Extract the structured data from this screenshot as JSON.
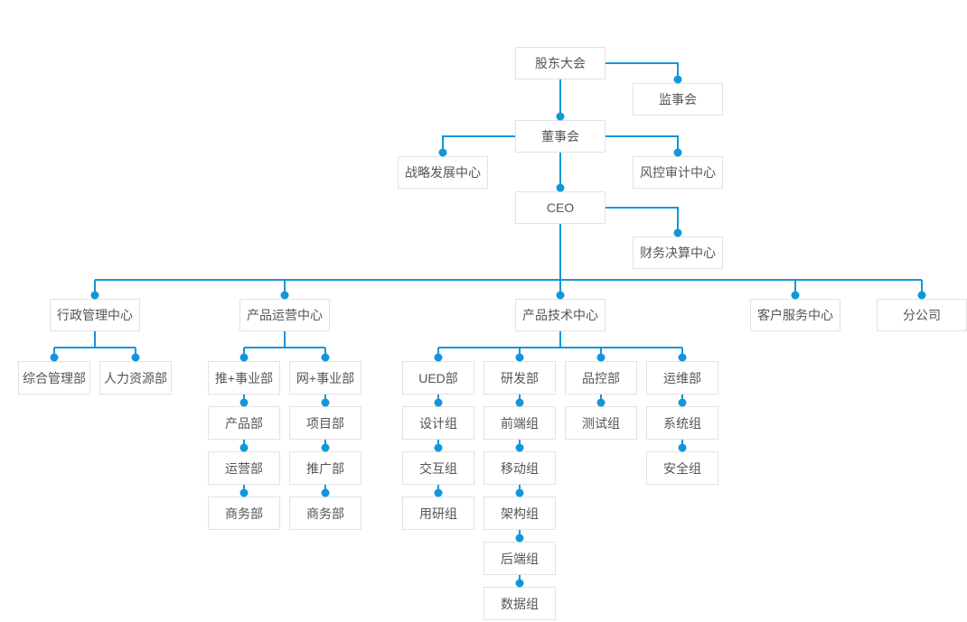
{
  "diagram": {
    "type": "org-chart",
    "background": "#ffffff",
    "colors": {
      "line": "#1296db",
      "dot": "#1296db",
      "node_border": "#e2e2e2",
      "node_fill": "#ffffff",
      "node_text": "#555555"
    }
  },
  "nodes": {
    "shareholders": {
      "label": "股东大会"
    },
    "supervisory": {
      "label": "监事会"
    },
    "board": {
      "label": "董事会"
    },
    "strategy": {
      "label": "战略发展中心"
    },
    "risk_audit": {
      "label": "风控审计中心"
    },
    "ceo": {
      "label": "CEO"
    },
    "finance": {
      "label": "财务决算中心"
    },
    "admin_center": {
      "label": "行政管理中心"
    },
    "product_ops": {
      "label": "产品运营中心"
    },
    "product_tech": {
      "label": "产品技术中心"
    },
    "customer_service": {
      "label": "客户服务中心"
    },
    "branch": {
      "label": "分公司"
    },
    "general_admin": {
      "label": "综合管理部"
    },
    "hr": {
      "label": "人力资源部"
    },
    "tui_division": {
      "label": "推+事业部"
    },
    "wang_division": {
      "label": "网+事业部"
    },
    "product_dept": {
      "label": "产品部"
    },
    "project_dept": {
      "label": "项目部"
    },
    "operations_dept": {
      "label": "运营部"
    },
    "promotion_dept": {
      "label": "推广部"
    },
    "business_dept_tui": {
      "label": "商务部"
    },
    "business_dept_wang": {
      "label": "商务部"
    },
    "ued_dept": {
      "label": "UED部"
    },
    "rd_dept": {
      "label": "研发部"
    },
    "qc_dept": {
      "label": "品控部"
    },
    "devops_dept": {
      "label": "运维部"
    },
    "design_group": {
      "label": "设计组"
    },
    "frontend_group": {
      "label": "前端组"
    },
    "testing_group": {
      "label": "测试组"
    },
    "system_group": {
      "label": "系统组"
    },
    "interaction_group": {
      "label": "交互组"
    },
    "mobile_group": {
      "label": "移动组"
    },
    "security_group": {
      "label": "安全组"
    },
    "user_research_group": {
      "label": "用研组"
    },
    "architecture_group": {
      "label": "架构组"
    },
    "backend_group": {
      "label": "后端组"
    },
    "data_group": {
      "label": "数据组"
    }
  },
  "edges": [
    [
      "shareholders",
      "supervisory"
    ],
    [
      "shareholders",
      "board"
    ],
    [
      "board",
      "strategy"
    ],
    [
      "board",
      "risk_audit"
    ],
    [
      "board",
      "ceo"
    ],
    [
      "ceo",
      "finance"
    ],
    [
      "ceo",
      "admin_center"
    ],
    [
      "ceo",
      "product_ops"
    ],
    [
      "ceo",
      "product_tech"
    ],
    [
      "ceo",
      "customer_service"
    ],
    [
      "ceo",
      "branch"
    ],
    [
      "admin_center",
      "general_admin"
    ],
    [
      "admin_center",
      "hr"
    ],
    [
      "product_ops",
      "tui_division"
    ],
    [
      "product_ops",
      "wang_division"
    ],
    [
      "tui_division",
      "product_dept"
    ],
    [
      "product_dept",
      "operations_dept"
    ],
    [
      "operations_dept",
      "business_dept_tui"
    ],
    [
      "wang_division",
      "project_dept"
    ],
    [
      "project_dept",
      "promotion_dept"
    ],
    [
      "promotion_dept",
      "business_dept_wang"
    ],
    [
      "product_tech",
      "ued_dept"
    ],
    [
      "product_tech",
      "rd_dept"
    ],
    [
      "product_tech",
      "qc_dept"
    ],
    [
      "product_tech",
      "devops_dept"
    ],
    [
      "ued_dept",
      "design_group"
    ],
    [
      "design_group",
      "interaction_group"
    ],
    [
      "interaction_group",
      "user_research_group"
    ],
    [
      "rd_dept",
      "frontend_group"
    ],
    [
      "frontend_group",
      "mobile_group"
    ],
    [
      "mobile_group",
      "architecture_group"
    ],
    [
      "architecture_group",
      "backend_group"
    ],
    [
      "backend_group",
      "data_group"
    ],
    [
      "qc_dept",
      "testing_group"
    ],
    [
      "devops_dept",
      "system_group"
    ],
    [
      "system_group",
      "security_group"
    ]
  ]
}
